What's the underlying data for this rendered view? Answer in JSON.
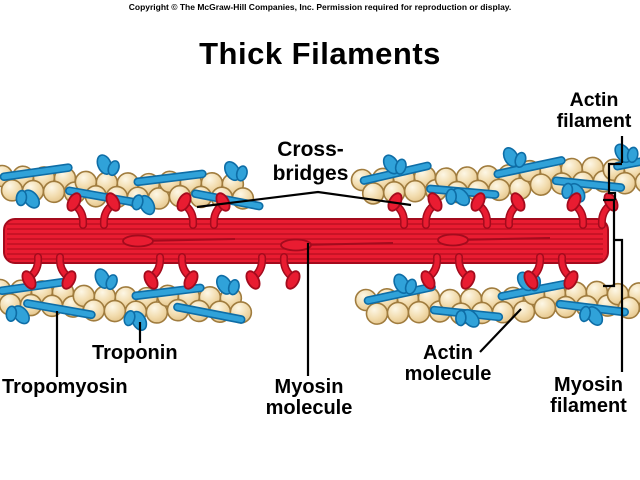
{
  "copyright": "Copyright © The McGraw-Hill Companies, Inc. Permission required for reproduction or display.",
  "title": "Thick Filaments",
  "labels": {
    "cross_bridges": {
      "line1": "Cross-",
      "line2": "bridges"
    },
    "actin_filament": {
      "line1": "Actin",
      "line2": "filament"
    },
    "troponin": "Troponin",
    "tropomyosin": "Tropomyosin",
    "myosin_molecule": {
      "line1": "Myosin",
      "line2": "molecule"
    },
    "actin_molecule": {
      "line1": "Actin",
      "line2": "molecule"
    },
    "myosin_filament": {
      "line1": "Myosin",
      "line2": "filament"
    }
  },
  "colors": {
    "background": "#ffffff",
    "myosin_red": "#e91c31",
    "myosin_dark": "#a30b1d",
    "myosin_stripe": "#c01023",
    "bead_fill": "#f2dcae",
    "bead_light": "#fdf7e6",
    "bead_dark": "#e2c185",
    "bead_outline": "#a07c3e",
    "tropo_blue": "#30a2d9",
    "tropo_dark": "#0e6da6",
    "line_black": "#000000"
  }
}
